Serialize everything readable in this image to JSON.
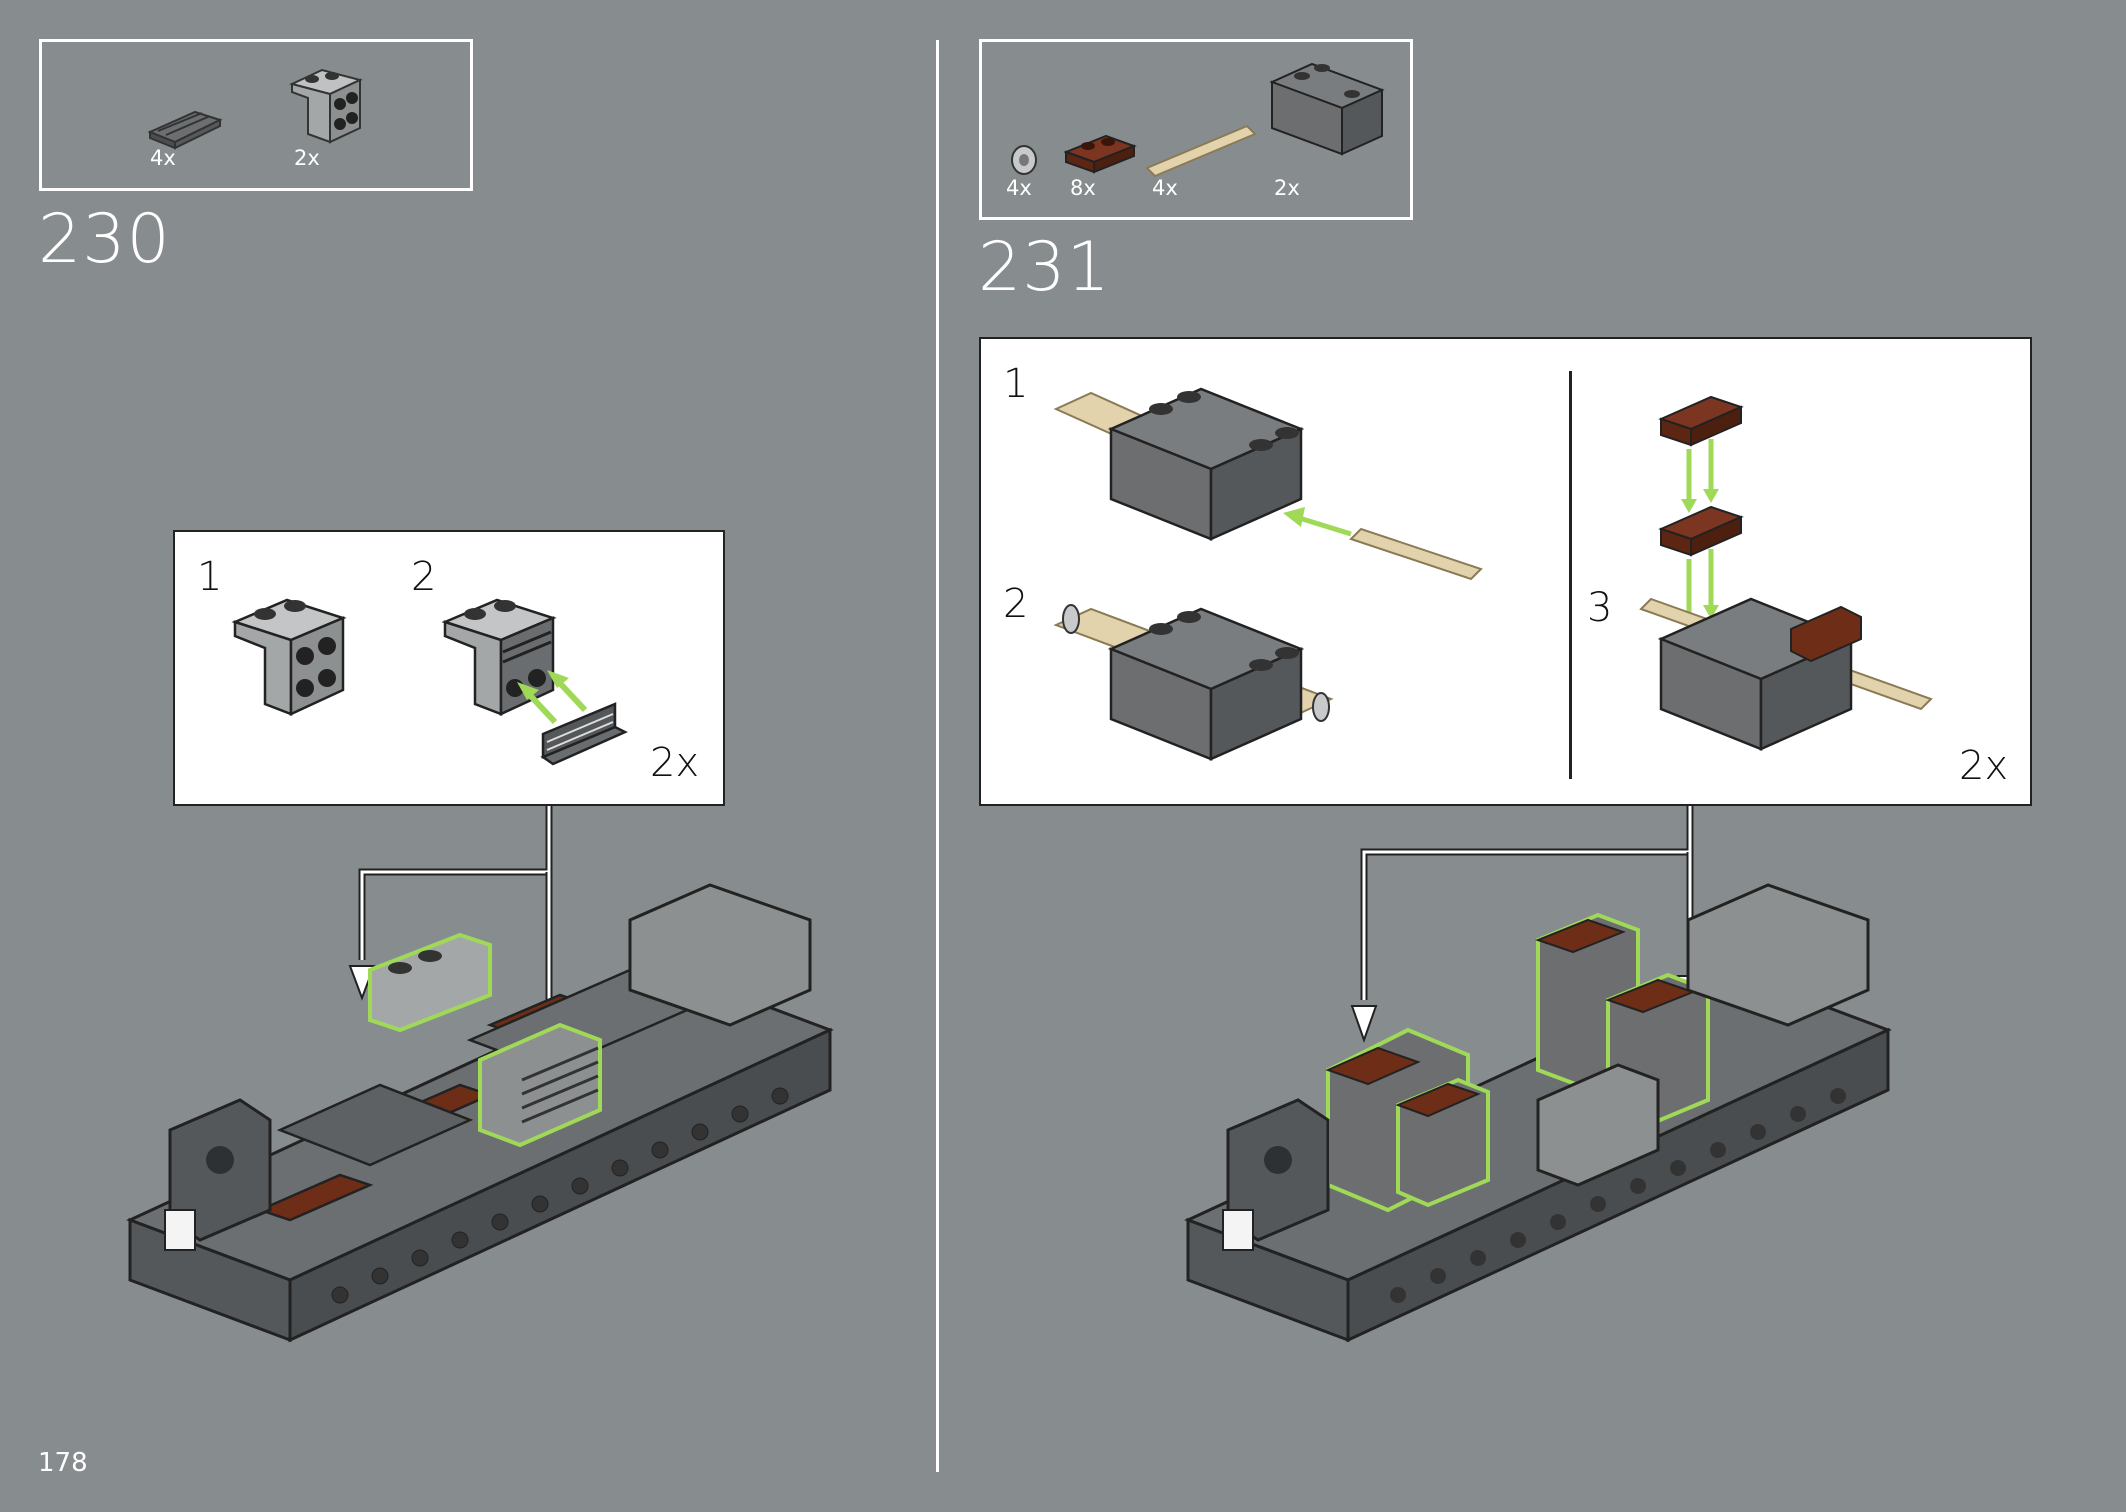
{
  "page": {
    "number": "178"
  },
  "step_230": {
    "number": "230",
    "parts": [
      {
        "qty": "4x",
        "name": "grille-tile-1x2",
        "color": "#5a5d5f"
      },
      {
        "qty": "2x",
        "name": "bracket-1x2-2x2",
        "color": "#a4a7a8"
      }
    ],
    "callout": {
      "sub1": "1",
      "sub2": "2",
      "multiplier": "2x"
    }
  },
  "step_231": {
    "number": "231",
    "parts": [
      {
        "qty": "4x",
        "name": "bush-half",
        "color": "#c8c9ca"
      },
      {
        "qty": "8x",
        "name": "plate-1x2-reddish-brown",
        "color": "#6e2d17"
      },
      {
        "qty": "4x",
        "name": "axle-tan",
        "color": "#e2d3ad"
      },
      {
        "qty": "2x",
        "name": "brick-u-shape-dark-gray",
        "color": "#6c6e70"
      }
    ],
    "callout": {
      "sub1": "1",
      "sub2": "2",
      "sub3": "3",
      "multiplier": "2x"
    }
  },
  "colors": {
    "background": "#878d8e",
    "highlight": "#a6e04a",
    "dark_gray": "#5e6163",
    "light_gray": "#a4a7a8",
    "brown": "#6e2d17",
    "tan": "#e2d3ad"
  }
}
